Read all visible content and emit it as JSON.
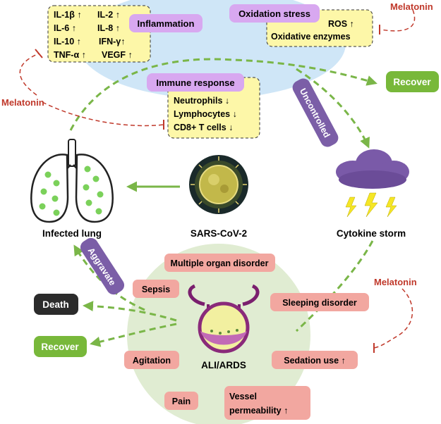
{
  "inflammation": {
    "label": "Inflammation",
    "cytokines": [
      "IL-1β ↑",
      "IL-2 ↑",
      "IL-6 ↑",
      "IL-8 ↑",
      "IL-10 ↑",
      "IFN-γ↑",
      "TNF-α ↑",
      "VEGF ↑"
    ]
  },
  "oxidation": {
    "label": "Oxidation stress",
    "items": [
      "ROS ↑",
      "Oxidative enzymes"
    ]
  },
  "immune": {
    "label": "Immune response",
    "items": [
      "Neutrophils ↓",
      "Lymphocytes ↓",
      "CD8+ T cells ↓"
    ]
  },
  "melatonin_label": "Melatonin",
  "recover_label": "Recover",
  "death_label": "Death",
  "uncontrolled_label": "Uncontrolled",
  "aggravate_label": "Aggravate",
  "infected_lung_label": "Infected lung",
  "virus_label": "SARS-CoV-2",
  "cytokine_storm_label": "Cytokine storm",
  "ards_label": "ALI/ARDS",
  "complications": {
    "multiple_organ": "Multiple organ disorder",
    "sepsis": "Sepsis",
    "sleeping": "Sleeping disorder",
    "agitation": "Agitation",
    "sedation": "Sedation use ↑",
    "pain": "Pain",
    "vessel_line1": "Vessel",
    "vessel_line2": "permeability ↑"
  },
  "colors": {
    "green_arrow": "#7ab648",
    "red_inhibit": "#c0392b",
    "purple": "#d8a8f0",
    "purple_dark": "#7b5ea7",
    "yellow": "#fdf7a8",
    "pink": "#f2a7a0",
    "recover_green": "#78b83a",
    "top_ellipse": "#cfe6f7",
    "bottom_circle": "#e0ecd2"
  }
}
